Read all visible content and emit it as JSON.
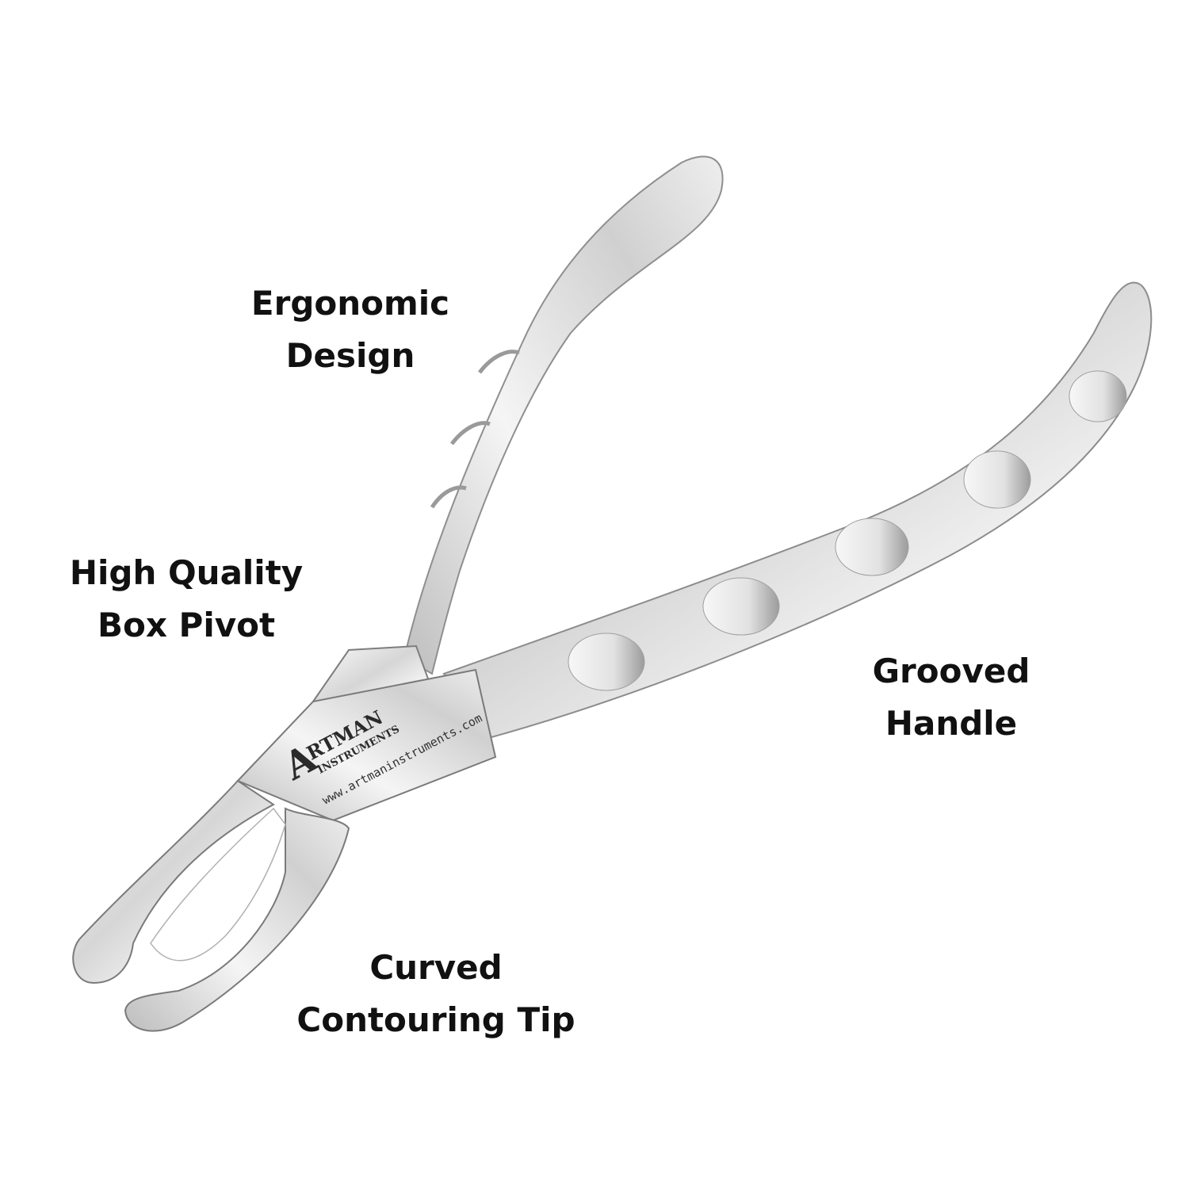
{
  "labels": {
    "ergonomic": {
      "line1": "Ergonomic",
      "line2": "Design"
    },
    "pivot": {
      "line1": "High Quality",
      "line2": "Box Pivot"
    },
    "grooved": {
      "line1": "Grooved",
      "line2": "Handle"
    },
    "tip": {
      "line1": "Curved",
      "line2": "Contouring Tip"
    }
  },
  "logo": {
    "initial": "A",
    "brand": "RTMAN",
    "tagline": "INSTRUMENTS",
    "url": "www.artmaninstruments.com"
  },
  "colors": {
    "steel_light": "#f4f4f4",
    "steel_mid": "#c9c9c9",
    "steel_dark": "#8a8a8a",
    "text": "#111111"
  }
}
